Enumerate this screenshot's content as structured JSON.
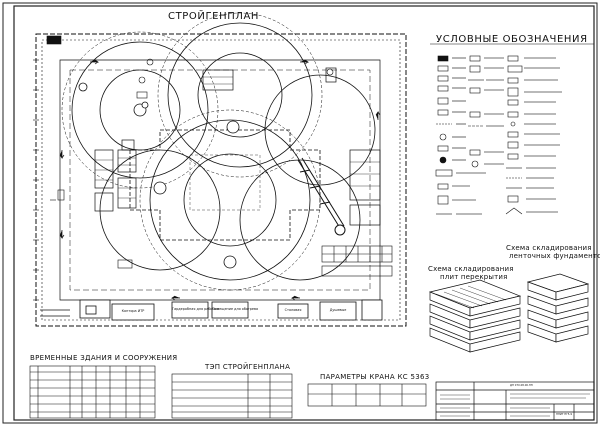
{
  "sheet": {
    "title": "СТРОЙГЕНПЛАН",
    "legend_title": "УСЛОВНЫЕ ОБОЗНАЧЕНИЯ",
    "scheme_foundations": [
      "Схема складирования",
      "ленточных фундаментов"
    ],
    "scheme_slabs": [
      "Схема складирования",
      "плит перекрытия"
    ],
    "temp_buildings_title": "ВРЕМЕННЫЕ ЗДАНИЯ И СООРУЖЕНИЯ",
    "tep_title": "ТЭП СТРОЙГЕНПЛАНА",
    "crane_title": "ПАРАМЕТРЫ КРАНА КС 5363",
    "plan_buildings": {
      "b1": "Контора ИТР",
      "b2": "Гардеробная для рабочих",
      "b3": "Помещение для обогрева",
      "b4": "Столовая",
      "b5": "Душевые"
    },
    "stamp": {
      "code": "ДП 070.08.00.ПП",
      "sheet_label": "ПНИТ ПГ5-9"
    }
  },
  "colors": {
    "ink": "#111111",
    "paper": "#ffffff"
  }
}
